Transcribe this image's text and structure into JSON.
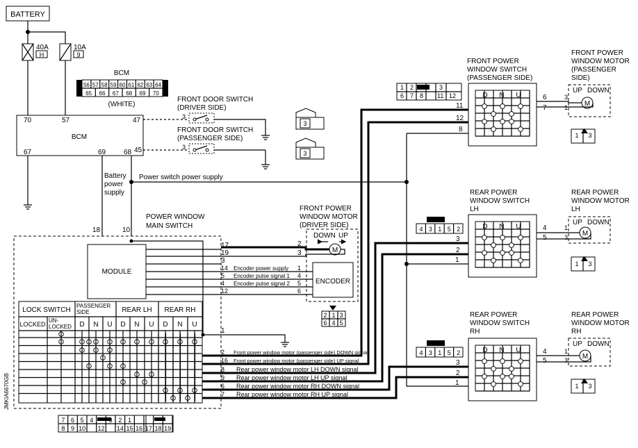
{
  "battery": {
    "label": "BATTERY"
  },
  "fuses": [
    {
      "rating": "40A",
      "letter": "H"
    },
    {
      "rating": "10A",
      "number": "9"
    }
  ],
  "bcm": {
    "name": "BCM",
    "connector_title": "BCM",
    "connector_top": [
      "56",
      "57",
      "58",
      "59",
      "60",
      "61",
      "62",
      "63",
      "64"
    ],
    "connector_bottom": [
      "65",
      "66",
      "67",
      "68",
      "69",
      "70"
    ],
    "connector_color": "(WHITE)",
    "pins": [
      "70",
      "57",
      "47",
      "67",
      "69",
      "68",
      "45"
    ]
  },
  "door_switch_driver": {
    "label_line1": "FRONT DOOR SWITCH",
    "label_line2": "(DRIVER SIDE)",
    "pin": "3",
    "conn": "3"
  },
  "door_switch_passenger": {
    "label_line1": "FRONT DOOR SWITCH",
    "label_line2": "(PASSENGER SIDE)",
    "pin": "3",
    "conn": "3"
  },
  "battery_power_supply": {
    "line1": "Battery",
    "line2": "power",
    "line3": "supply"
  },
  "power_switch_supply": "Power switch power supply",
  "main_switch": {
    "title_line1": "POWER WINDOW",
    "title_line2": "MAIN SWITCH",
    "pin18": "18",
    "pin10": "10",
    "module": "MODULE",
    "motor_pins": [
      "17",
      "19",
      "3"
    ],
    "encoder_rows": [
      {
        "pin": "14",
        "label": "Encoder power supply",
        "epin": "1"
      },
      {
        "pin": "5",
        "label": "Encoder pulse signal 1",
        "epin": "4"
      },
      {
        "pin": "4",
        "label": "Encoder pulse signal 2",
        "epin": "5"
      },
      {
        "pin": "12",
        "label": "",
        "epin": "6"
      }
    ],
    "lock_switch": "LOCK SWITCH",
    "passenger_side": [
      "PASSENGER",
      "SIDE"
    ],
    "rear_lh": "REAR LH",
    "rear_rh": "REAR RH",
    "locked": "LOCKED",
    "unlocked": [
      "UN-",
      "LOCKED"
    ],
    "dnu": [
      "D",
      "N",
      "U"
    ],
    "ground_pin": "1",
    "signals": [
      {
        "pin": "2",
        "label": "Front power window motor (passenger side) DOWN signal"
      },
      {
        "pin": "16",
        "label": "Front power window motor (passenger side) UP signal"
      },
      {
        "pin": "8",
        "label": "Rear power window motor LH DOWN signal"
      },
      {
        "pin": "9",
        "label": "Rear power window motor LH UP signal"
      },
      {
        "pin": "6",
        "label": "Rear power window motor RH DOWN signal"
      },
      {
        "pin": "7",
        "label": "Rear power window motor RH UP signal"
      }
    ],
    "connector_top": [
      "7",
      "6",
      "5",
      "4",
      "",
      "3",
      "2",
      "1",
      "",
      "",
      "",
      ""
    ],
    "connector_bottom": [
      "8",
      "9",
      "10",
      "",
      "12",
      "",
      "14",
      "15",
      "16",
      "17",
      "18",
      "19"
    ]
  },
  "front_motor_driver": {
    "line1": "FRONT POWER",
    "line2": "WINDOW MOTOR",
    "line3": "(DRIVER SIDE)",
    "down": "DOWN",
    "up": "UP",
    "pins": [
      "2",
      "3"
    ],
    "encoder": "ENCODER",
    "conn_top": [
      "2",
      "1",
      "3"
    ],
    "conn_bottom": [
      "6",
      "4",
      "5"
    ]
  },
  "front_switch_passenger": {
    "line1": "FRONT POWER",
    "line2": "WINDOW SWITCH",
    "line3": "(PASSENGER SIDE)",
    "pins_in": [
      "11",
      "12",
      "8"
    ],
    "pins_out": [
      "6",
      "7"
    ],
    "conn_top": [
      "1",
      "2",
      "",
      "3"
    ],
    "conn_bottom": [
      "6",
      "7",
      "8",
      "",
      "11",
      "12"
    ]
  },
  "front_motor_passenger": {
    "line1": "FRONT POWER",
    "line2": "WINDOW MOTOR",
    "line3": "(PASSENGER",
    "line4": "SIDE)",
    "up": "UP",
    "down": "DOWN",
    "pins": [
      "3",
      "1"
    ],
    "conn": [
      "1",
      "3"
    ]
  },
  "rear_switch_lh": {
    "line1": "REAR POWER",
    "line2": "WINDOW SWITCH",
    "line3": "LH",
    "pins_in": [
      "3",
      "2",
      "1"
    ],
    "pins_out": [
      "4",
      "5"
    ],
    "conn": [
      "4",
      "3",
      "1",
      "5",
      "2"
    ]
  },
  "rear_motor_lh": {
    "line1": "REAR POWER",
    "line2": "WINDOW MOTOR",
    "line3": "LH",
    "up": "UP",
    "down": "DOWN",
    "pins": [
      "1",
      "3"
    ],
    "conn": [
      "1",
      "3"
    ]
  },
  "rear_switch_rh": {
    "line1": "REAR POWER",
    "line2": "WINDOW SWITCH",
    "line3": "RH",
    "pins_in": [
      "3",
      "2",
      "1"
    ],
    "pins_out": [
      "4",
      "5"
    ],
    "conn": [
      "4",
      "3",
      "1",
      "5",
      "2"
    ]
  },
  "rear_motor_rh": {
    "line1": "REAR POWER",
    "line2": "WINDOW MOTOR",
    "line3": "RH",
    "up": "UP",
    "down": "DOWN",
    "pins": [
      "1",
      "3"
    ],
    "conn": [
      "1",
      "3"
    ]
  },
  "dnu": [
    "D",
    "N",
    "U"
  ],
  "diagram_code": "JMKIA6670GB"
}
